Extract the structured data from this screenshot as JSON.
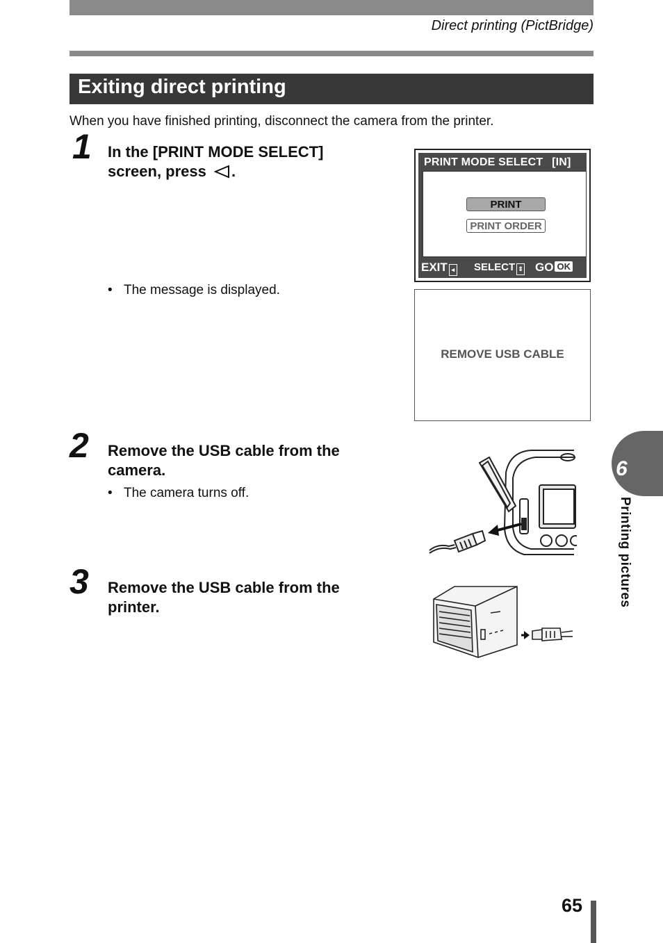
{
  "header": {
    "title": "Direct printing (PictBridge)"
  },
  "section": {
    "title": "Exiting direct printing"
  },
  "intro": "When you have finished printing, disconnect the camera from the printer.",
  "steps": [
    {
      "number": "1",
      "line1": "In the [PRINT MODE SELECT]",
      "line2": "screen, press",
      "line2_suffix": ".",
      "bullet": "The message is displayed."
    },
    {
      "number": "2",
      "line1": "Remove the USB cable from the",
      "line2": "camera.",
      "bullet": "The camera turns off."
    },
    {
      "number": "3",
      "line1": "Remove the USB cable from the",
      "line2": "printer."
    }
  ],
  "lcd": {
    "title": "PRINT MODE SELECT",
    "mode_badge": "[IN]",
    "options": [
      "PRINT",
      "PRINT ORDER"
    ],
    "footer": {
      "exit": "EXIT",
      "select": "SELECT",
      "go": "GO",
      "ok": "OK"
    }
  },
  "message_box": {
    "text": "REMOVE USB CABLE"
  },
  "chapter_tab": {
    "number": "6",
    "label": "Printing pictures"
  },
  "page_number": "65",
  "bullet_char": "•"
}
